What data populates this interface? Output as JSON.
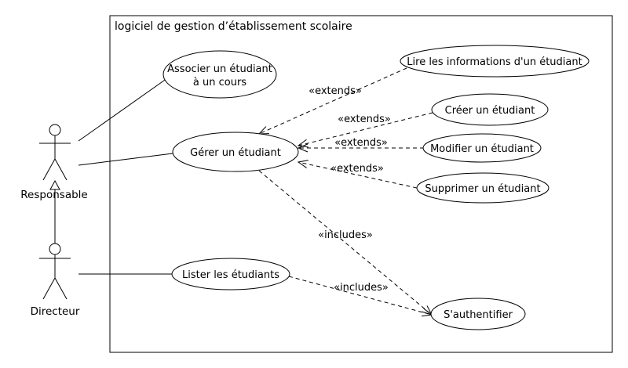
{
  "system": {
    "title": "logiciel de gestion d’établissement scolaire"
  },
  "actors": {
    "responsable": "Responsable",
    "directeur": "Directeur"
  },
  "usecases": {
    "associer_line1": "Associer un étudiant",
    "associer_line2": "à un cours",
    "gerer": "Gérer un étudiant",
    "lister": "Lister les étudiants",
    "lire": "Lire les informations d'un étudiant",
    "creer": "Créer un étudiant",
    "modifier": "Modifier un étudiant",
    "supprimer": "Supprimer un étudiant",
    "authentifier": "S'authentifier"
  },
  "relations": {
    "extends": "«extends»",
    "includes": "«includes»"
  },
  "colors": {
    "stroke": "#000000",
    "background": "#ffffff"
  }
}
